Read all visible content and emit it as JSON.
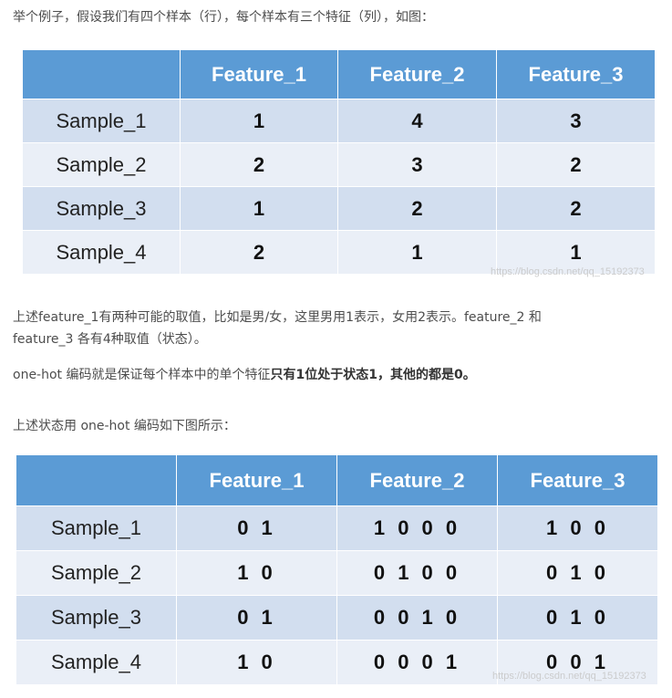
{
  "intro_text": "举个例子，假设我们有四个样本（行），每个样本有三个特征（列），如图：",
  "table1": {
    "headers": [
      "",
      "Feature_1",
      "Feature_2",
      "Feature_3"
    ],
    "rows": [
      [
        "Sample_1",
        "1",
        "4",
        "3"
      ],
      [
        "Sample_2",
        "2",
        "3",
        "2"
      ],
      [
        "Sample_3",
        "1",
        "2",
        "2"
      ],
      [
        "Sample_4",
        "2",
        "1",
        "1"
      ]
    ],
    "watermark": "https://blog.csdn.net/qq_15192373"
  },
  "para1_line1": "上述feature_1有两种可能的取值，比如是男/女，这里男用1表示，女用2表示。feature_2 和",
  "para1_line2": "feature_3 各有4种取值（状态）。",
  "para2_normal": "one-hot 编码就是保证每个样本中的单个特征",
  "para2_bold": "只有1位处于状态1，其他的都是0。",
  "para3": "上述状态用 one-hot 编码如下图所示：",
  "table2": {
    "headers": [
      "",
      "Feature_1",
      "Feature_2",
      "Feature_3"
    ],
    "rows": [
      [
        "Sample_1",
        "0 1",
        "1 0 0 0",
        "1 0 0"
      ],
      [
        "Sample_2",
        "1 0",
        "0 1 0 0",
        "0 1 0"
      ],
      [
        "Sample_3",
        "0 1",
        "0 0 1 0",
        "0 1 0"
      ],
      [
        "Sample_4",
        "1 0",
        "0 0 0 1",
        "0 0 1"
      ]
    ],
    "watermark": "https://blog.csdn.net/qq_15192373"
  }
}
